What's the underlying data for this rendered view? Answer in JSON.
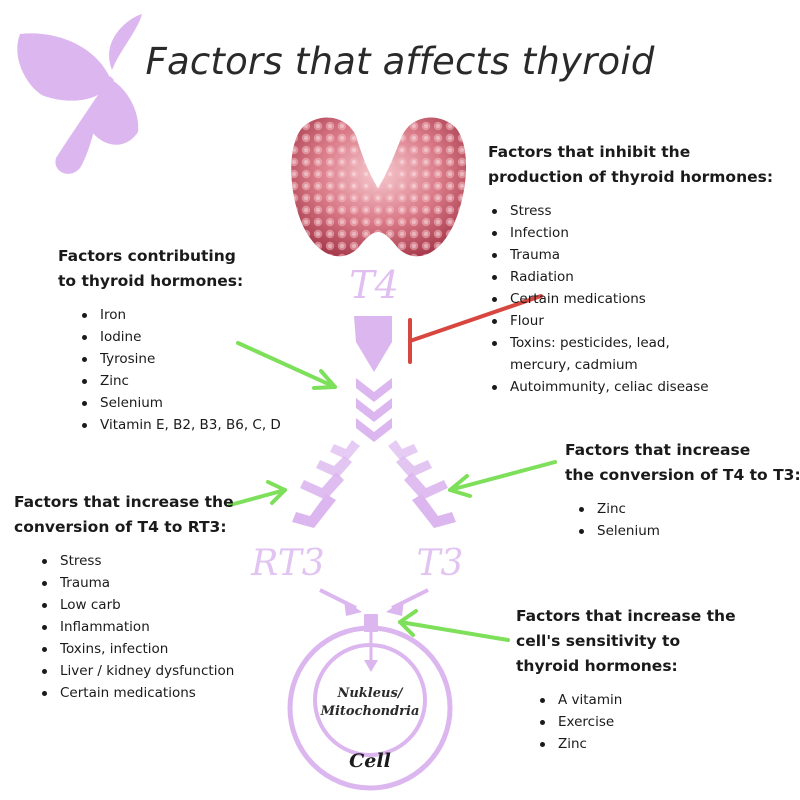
{
  "title": "Factors that affects thyroid",
  "diagram": {
    "t4_label": "T4",
    "rt3_label": "RT3",
    "t3_label": "T3",
    "nucleus_label_line1": "Nukleus/",
    "nucleus_label_line2": "Mitochondria",
    "cell_label": "Cell"
  },
  "colors": {
    "lavender": "#dcb6ef",
    "arrow_green": "#7ee05a",
    "inhibit_red": "#d8473f",
    "thyroid_pink": "#c9606e"
  },
  "icons": {
    "butterfly": "butterfly-icon",
    "thyroid": "thyroid-gland-icon"
  },
  "sections": {
    "inhibit": {
      "heading_lines": [
        "Factors that inhibit the",
        "production of thyroid hormones:"
      ],
      "items": [
        "Stress",
        "Infection",
        "Trauma",
        "Radiation",
        "Certain medications",
        "Flour",
        "Toxins: pesticides, lead,",
        "mercury, cadmium",
        "Autoimmunity, celiac disease"
      ]
    },
    "contributing": {
      "heading_lines": [
        "Factors contributing",
        "to thyroid hormones:"
      ],
      "items": [
        "Iron",
        "Iodine",
        "Tyrosine",
        "Zinc",
        "Selenium",
        "Vitamin E, B2, B3, B6, C, D"
      ]
    },
    "t4_to_t3": {
      "heading_lines": [
        "Factors that increase",
        "the conversion of T4 to T3:"
      ],
      "items": [
        "Zinc",
        "Selenium"
      ]
    },
    "t4_to_rt3": {
      "heading_lines": [
        "Factors that increase the",
        "conversion of T4 to RT3:"
      ],
      "items": [
        "Stress",
        "Trauma",
        "Low carb",
        "Inflammation",
        "Toxins, infection",
        "Liver / kidney dysfunction",
        "Certain medications"
      ]
    },
    "sensitivity": {
      "heading_lines": [
        "Factors that increase the",
        "cell's sensitivity to",
        "thyroid hormones:"
      ],
      "items": [
        "A vitamin",
        "Exercise",
        "Zinc"
      ]
    }
  }
}
